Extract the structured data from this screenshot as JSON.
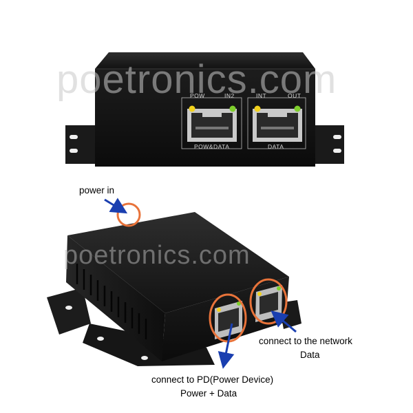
{
  "watermark": "poetronics.com",
  "front_view": {
    "ports": [
      {
        "top_left": "POW",
        "top_right": "IN2",
        "bottom": "POW&DATA"
      },
      {
        "top_left": "INT",
        "top_right": "OUT",
        "bottom": "DATA"
      }
    ]
  },
  "annotations": {
    "power_in": "power in",
    "network_line1": "connect to the network",
    "network_line2": "Data",
    "pd_line1": "connect to PD(Power Device)",
    "pd_line2": "Power + Data"
  },
  "colors": {
    "box": "#141414",
    "highlight_circle": "#e8733a",
    "arrow": "#1a3fb0",
    "led_yellow": "#f2d21c",
    "led_green": "#7fcf2c"
  }
}
